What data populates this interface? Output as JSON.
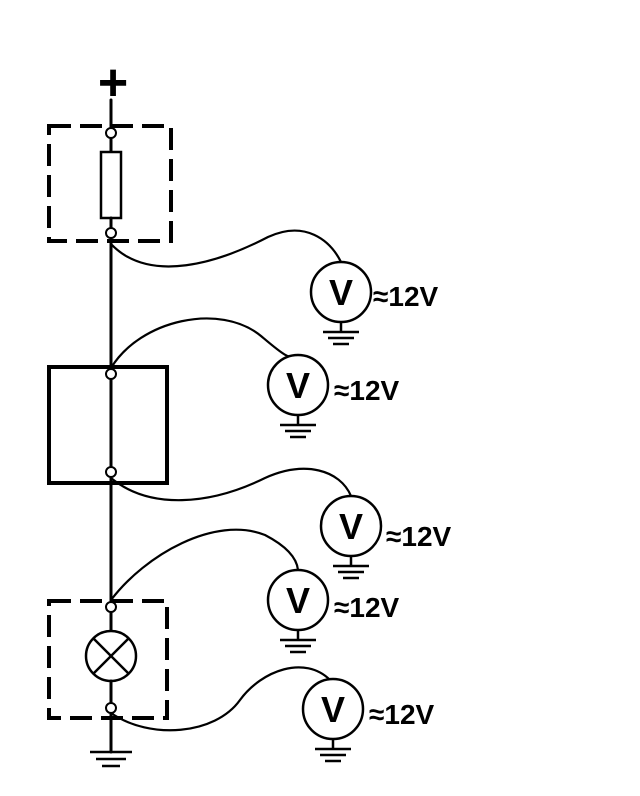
{
  "supply": {
    "polarity": "+"
  },
  "components": [
    {
      "id": "fuse",
      "type": "resistor-fuse",
      "enclosure": "dashed"
    },
    {
      "id": "switch",
      "type": "switch-connector",
      "enclosure": "solid"
    },
    {
      "id": "lamp",
      "type": "lamp",
      "enclosure": "dashed"
    }
  ],
  "meters": [
    {
      "letter": "V",
      "reading": "≈12V"
    },
    {
      "letter": "V",
      "reading": "≈12V"
    },
    {
      "letter": "V",
      "reading": "≈12V"
    },
    {
      "letter": "V",
      "reading": "≈12V"
    },
    {
      "letter": "V",
      "reading": "≈12V"
    }
  ]
}
